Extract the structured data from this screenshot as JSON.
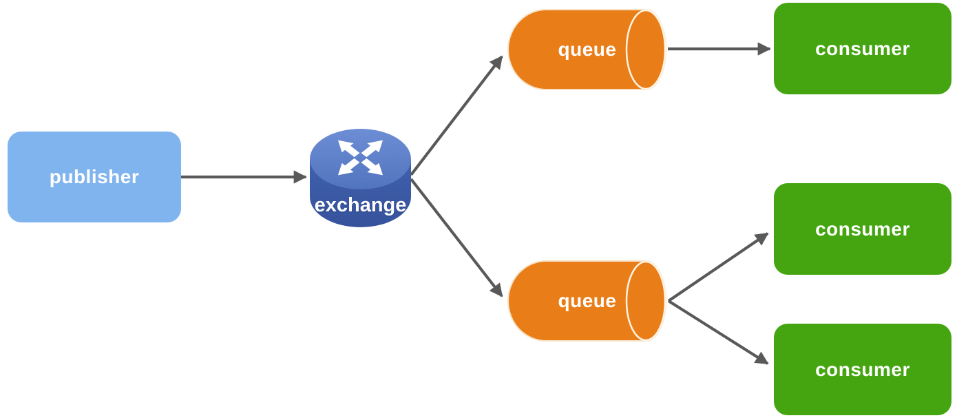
{
  "diagram": {
    "background_color": "#ffffff",
    "arrow_color": "#595959",
    "nodes": {
      "publisher": {
        "label": "publisher",
        "shape": "rounded-rect",
        "fill": "#7FB4EF",
        "text_color": "#ffffff"
      },
      "exchange": {
        "label": "exchange",
        "shape": "router-cylinder",
        "icon": "crossed-arrows-router-icon",
        "top_fill": "#5C7FC7",
        "side_fill": "#3D5BA6",
        "text_color": "#ffffff"
      },
      "queue_top": {
        "label": "queue",
        "shape": "horizontal-cylinder",
        "fill": "#E97D17",
        "rim_stroke": "#FFF4E3",
        "text_color": "#ffffff"
      },
      "queue_bottom": {
        "label": "queue",
        "shape": "horizontal-cylinder",
        "fill": "#E97D17",
        "rim_stroke": "#FFF4E3",
        "text_color": "#ffffff"
      },
      "consumer_1": {
        "label": "consumer",
        "shape": "rounded-rect",
        "fill": "#45A511",
        "text_color": "#ffffff"
      },
      "consumer_2": {
        "label": "consumer",
        "shape": "rounded-rect",
        "fill": "#45A511",
        "text_color": "#ffffff"
      },
      "consumer_3": {
        "label": "consumer",
        "shape": "rounded-rect",
        "fill": "#45A511",
        "text_color": "#ffffff"
      }
    },
    "edges": [
      {
        "from": "publisher",
        "to": "exchange",
        "points": [
          [
            263,
            257
          ],
          [
            444,
            257
          ]
        ]
      },
      {
        "from": "exchange",
        "to": "queue_top",
        "points": [
          [
            597,
            254
          ],
          [
            729,
            82
          ]
        ]
      },
      {
        "from": "exchange",
        "to": "queue_bottom",
        "points": [
          [
            597,
            260
          ],
          [
            729,
            430
          ]
        ]
      },
      {
        "from": "queue_top",
        "to": "consumer_1",
        "points": [
          [
            970,
            71
          ],
          [
            1118,
            71
          ]
        ]
      },
      {
        "from": "queue_bottom",
        "to": "consumer_2",
        "points": [
          [
            971,
            437
          ],
          [
            1115,
            339
          ]
        ]
      },
      {
        "from": "queue_bottom",
        "to": "consumer_3",
        "points": [
          [
            971,
            437
          ],
          [
            1115,
            528
          ]
        ]
      }
    ]
  }
}
